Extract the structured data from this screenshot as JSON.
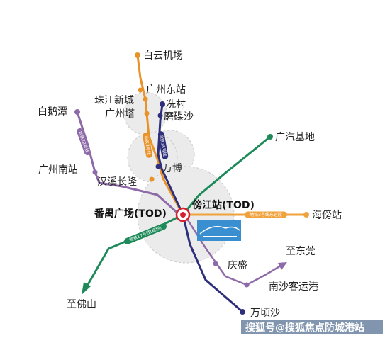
{
  "colors": {
    "line_orange": "#E8932A",
    "line_navy": "#2E2F7A",
    "line_purple": "#8E6AA8",
    "line_green": "#1E8A5A",
    "line_orange_east": "#F0A23C",
    "hub_red": "#D5202F",
    "halo_gray": "#E8E8E8",
    "watermark_bg": "#1A3E6E"
  },
  "stations": {
    "baiyun_airport": "白云机场",
    "guangzhou_east": "广州东站",
    "zhujiang_newtown": "珠江新城",
    "guangzhou_tower": "广州塔",
    "xiancun": "冼村",
    "modiesha": "磨碟沙",
    "baietan": "白鹅潭",
    "guangzhou_south": "广州南站",
    "hanxi_changlong": "汉溪长隆",
    "wanbo": "万博",
    "guangqi_base": "广汽基地",
    "panyu_square": "番禺广场(TOD)",
    "pangjiang": "傍江站(TOD)",
    "haibang": "海傍站",
    "qingsheng": "庆盛",
    "to_dongguan": "至东莞",
    "nansha_port": "南沙客运港",
    "to_foshan": "至佛山",
    "wanqingsha": "万顷沙"
  },
  "line_badges": {
    "metro3": "地铁3号线",
    "metro18": "地铁18号线",
    "metro22": "地铁22号线",
    "metro17": "地铁17号线(规划)",
    "metro3_east": "地铁3号线东延段"
  },
  "icons": {
    "hub": "hub-target-icon"
  },
  "watermark": "搜狐号@搜狐焦点防城港站"
}
